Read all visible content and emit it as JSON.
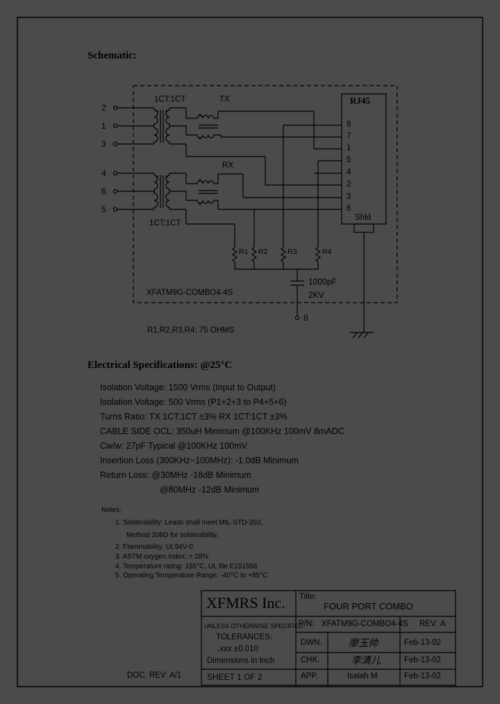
{
  "schematic": {
    "heading": "Schematic:",
    "transformer_top_ratio": "1CT:1CT",
    "transformer_bottom_ratio": "1CT:1CT",
    "tx_label": "TX",
    "rx_label": "RX",
    "connector_title": "RJ45",
    "connector_pins": [
      "8",
      "7",
      "1",
      "5",
      "4",
      "2",
      "3",
      "6"
    ],
    "shield_label": "Shld",
    "input_pins": [
      "2",
      "1",
      "3",
      "4",
      "6",
      "5"
    ],
    "resistors": [
      "R1",
      "R2",
      "R3",
      "R4"
    ],
    "capacitor_value": "1000pF",
    "capacitor_voltage": "2KV",
    "ground_pin": "8",
    "module_name": "XFATM9G-COMBO4-4S",
    "resistor_note": "R1,R2,R3,R4:  75  OHMS"
  },
  "electrical": {
    "heading": "Electrical    Specifications:  @25°C",
    "specs": [
      "Isolation  Voltage:   1500  Vrms  (Input  to  Output)",
      "Isolation  Voltage:   500  Vrms  (P1+2+3  to  P4+5+6)",
      "Turns  Ratio:  TX  1CT:1CT  ±3%  RX  1CT:1CT  ±3%",
      "CABLE  SIDE  OCL:  350uH  Minimum  @100KHz  100mV  8mADC",
      "Cw/w:  27pF  Typical  @100KHz  100mV",
      "Insertion  Loss  (300KHz~100MHz):  -1.0dB  Minimum",
      "Return  Loss:  @30MHz    -18dB  Minimum",
      "@80MHz    -12dB  Minimum"
    ]
  },
  "notes": {
    "heading": "Notes:",
    "items": [
      "1.  Solderability:  Leads  shall  meet  MIL-STD-202,",
      "Method  208D  for  solderability.",
      "2.  Flammability:  UL94V-0",
      "3.  ASTM  oxygen  index:  > 28%",
      "4.  Temperature  rating:  155°C,  UL  file  E151556",
      "5.  Operating  Temperature  Range:  -40°C  to  +85°C"
    ]
  },
  "title_block": {
    "company": "XFMRS  Inc.",
    "title_label": "Title:",
    "title_value": "FOUR  PORT  COMBO",
    "unless_specified": "UNLESS  OTHERWISE  SPECIFIED",
    "tolerances_label": "TOLERANCES:",
    "tolerance_value": ".xxx  ±0.010",
    "dimensions": "Dimensions  in  Inch",
    "pn_label": "P/N:",
    "pn_value": "XFATM9G-COMBO4-4S",
    "rev_label": "REV.",
    "rev_value": "A",
    "dwn_label": "DWN.",
    "dwn_name": "廖玉帅",
    "dwn_date": "Feb-13-02",
    "chk_label": "CHK.",
    "chk_name": "李清儿",
    "chk_date": "Feb-13-02",
    "app_label": "APP.",
    "app_name": "Isaiah  M",
    "app_date": "Feb-13-02",
    "sheet_label": "SHEET  1  OF  2",
    "doc_rev": "DOC.  REV:  A/1"
  }
}
